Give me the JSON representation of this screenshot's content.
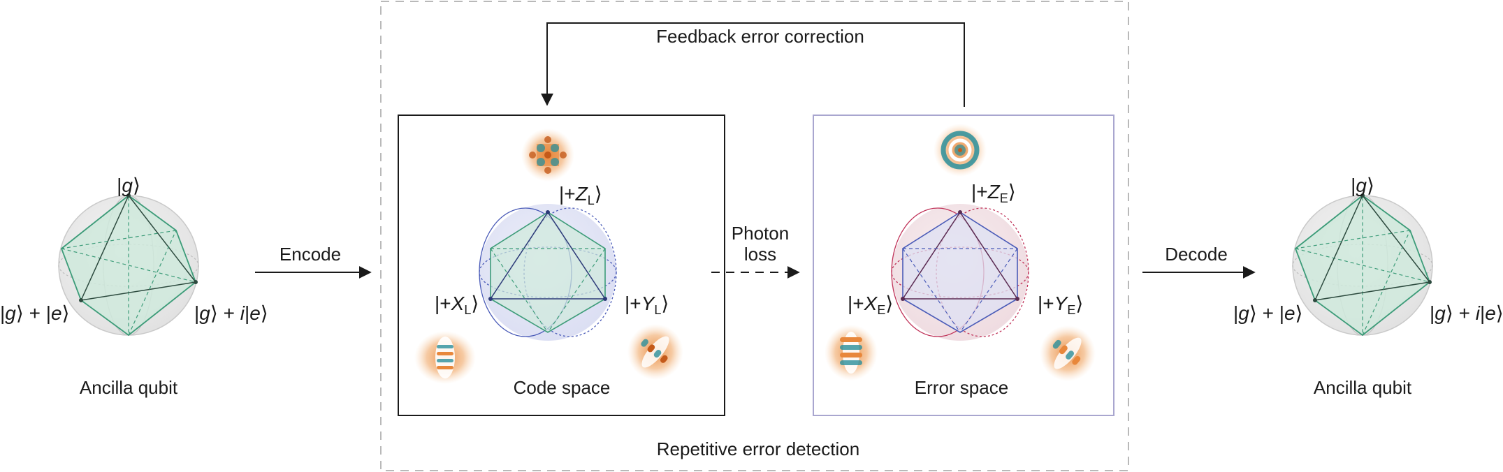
{
  "colors": {
    "teal": "#3d9c79",
    "teal_fill": "#cfe9dc",
    "blue": "#4a5bb8",
    "blue_fill": "#dde0f3",
    "red": "#c0345a",
    "red_fill": "#f2dce2",
    "purple_box": "#a9a6cf",
    "dashed_box": "#b9b9b9",
    "orange": "#e8873b",
    "cyan": "#2a8f9b"
  },
  "labels": {
    "feedback": "Feedback error correction",
    "repetitive": "Repetitive error detection",
    "encode": "Encode",
    "decode": "Decode",
    "photon_line1": "Photon",
    "photon_line2": "loss",
    "code_space": "Code space",
    "error_space": "Error space",
    "ancilla_left": "Ancilla qubit",
    "ancilla_right": "Ancilla qubit"
  },
  "ancilla": {
    "top_state": {
      "bar": "|",
      "sym": "g",
      "ket": "⟩"
    },
    "left_state": {
      "a": "|",
      "g": "g",
      "mid": "⟩ + |",
      "e": "e",
      "b": "⟩"
    },
    "right_state": {
      "a": "|",
      "g": "g",
      "mid": "⟩ + ",
      "i": "i",
      "bar": "|",
      "e": "e",
      "b": "⟩"
    }
  },
  "code": {
    "z": {
      "pre": "|+",
      "sym": "Z",
      "sub": "L",
      "ket": "⟩"
    },
    "x": {
      "pre": "|+",
      "sym": "X",
      "sub": "L",
      "ket": "⟩"
    },
    "y": {
      "pre": "|+",
      "sym": "Y",
      "sub": "L",
      "ket": "⟩"
    }
  },
  "error": {
    "z": {
      "pre": "|+",
      "sym": "Z",
      "sub": "E",
      "ket": "⟩"
    },
    "x": {
      "pre": "|+",
      "sym": "X",
      "sub": "E",
      "ket": "⟩"
    },
    "y": {
      "pre": "|+",
      "sym": "Y",
      "sub": "E",
      "ket": "⟩"
    }
  }
}
